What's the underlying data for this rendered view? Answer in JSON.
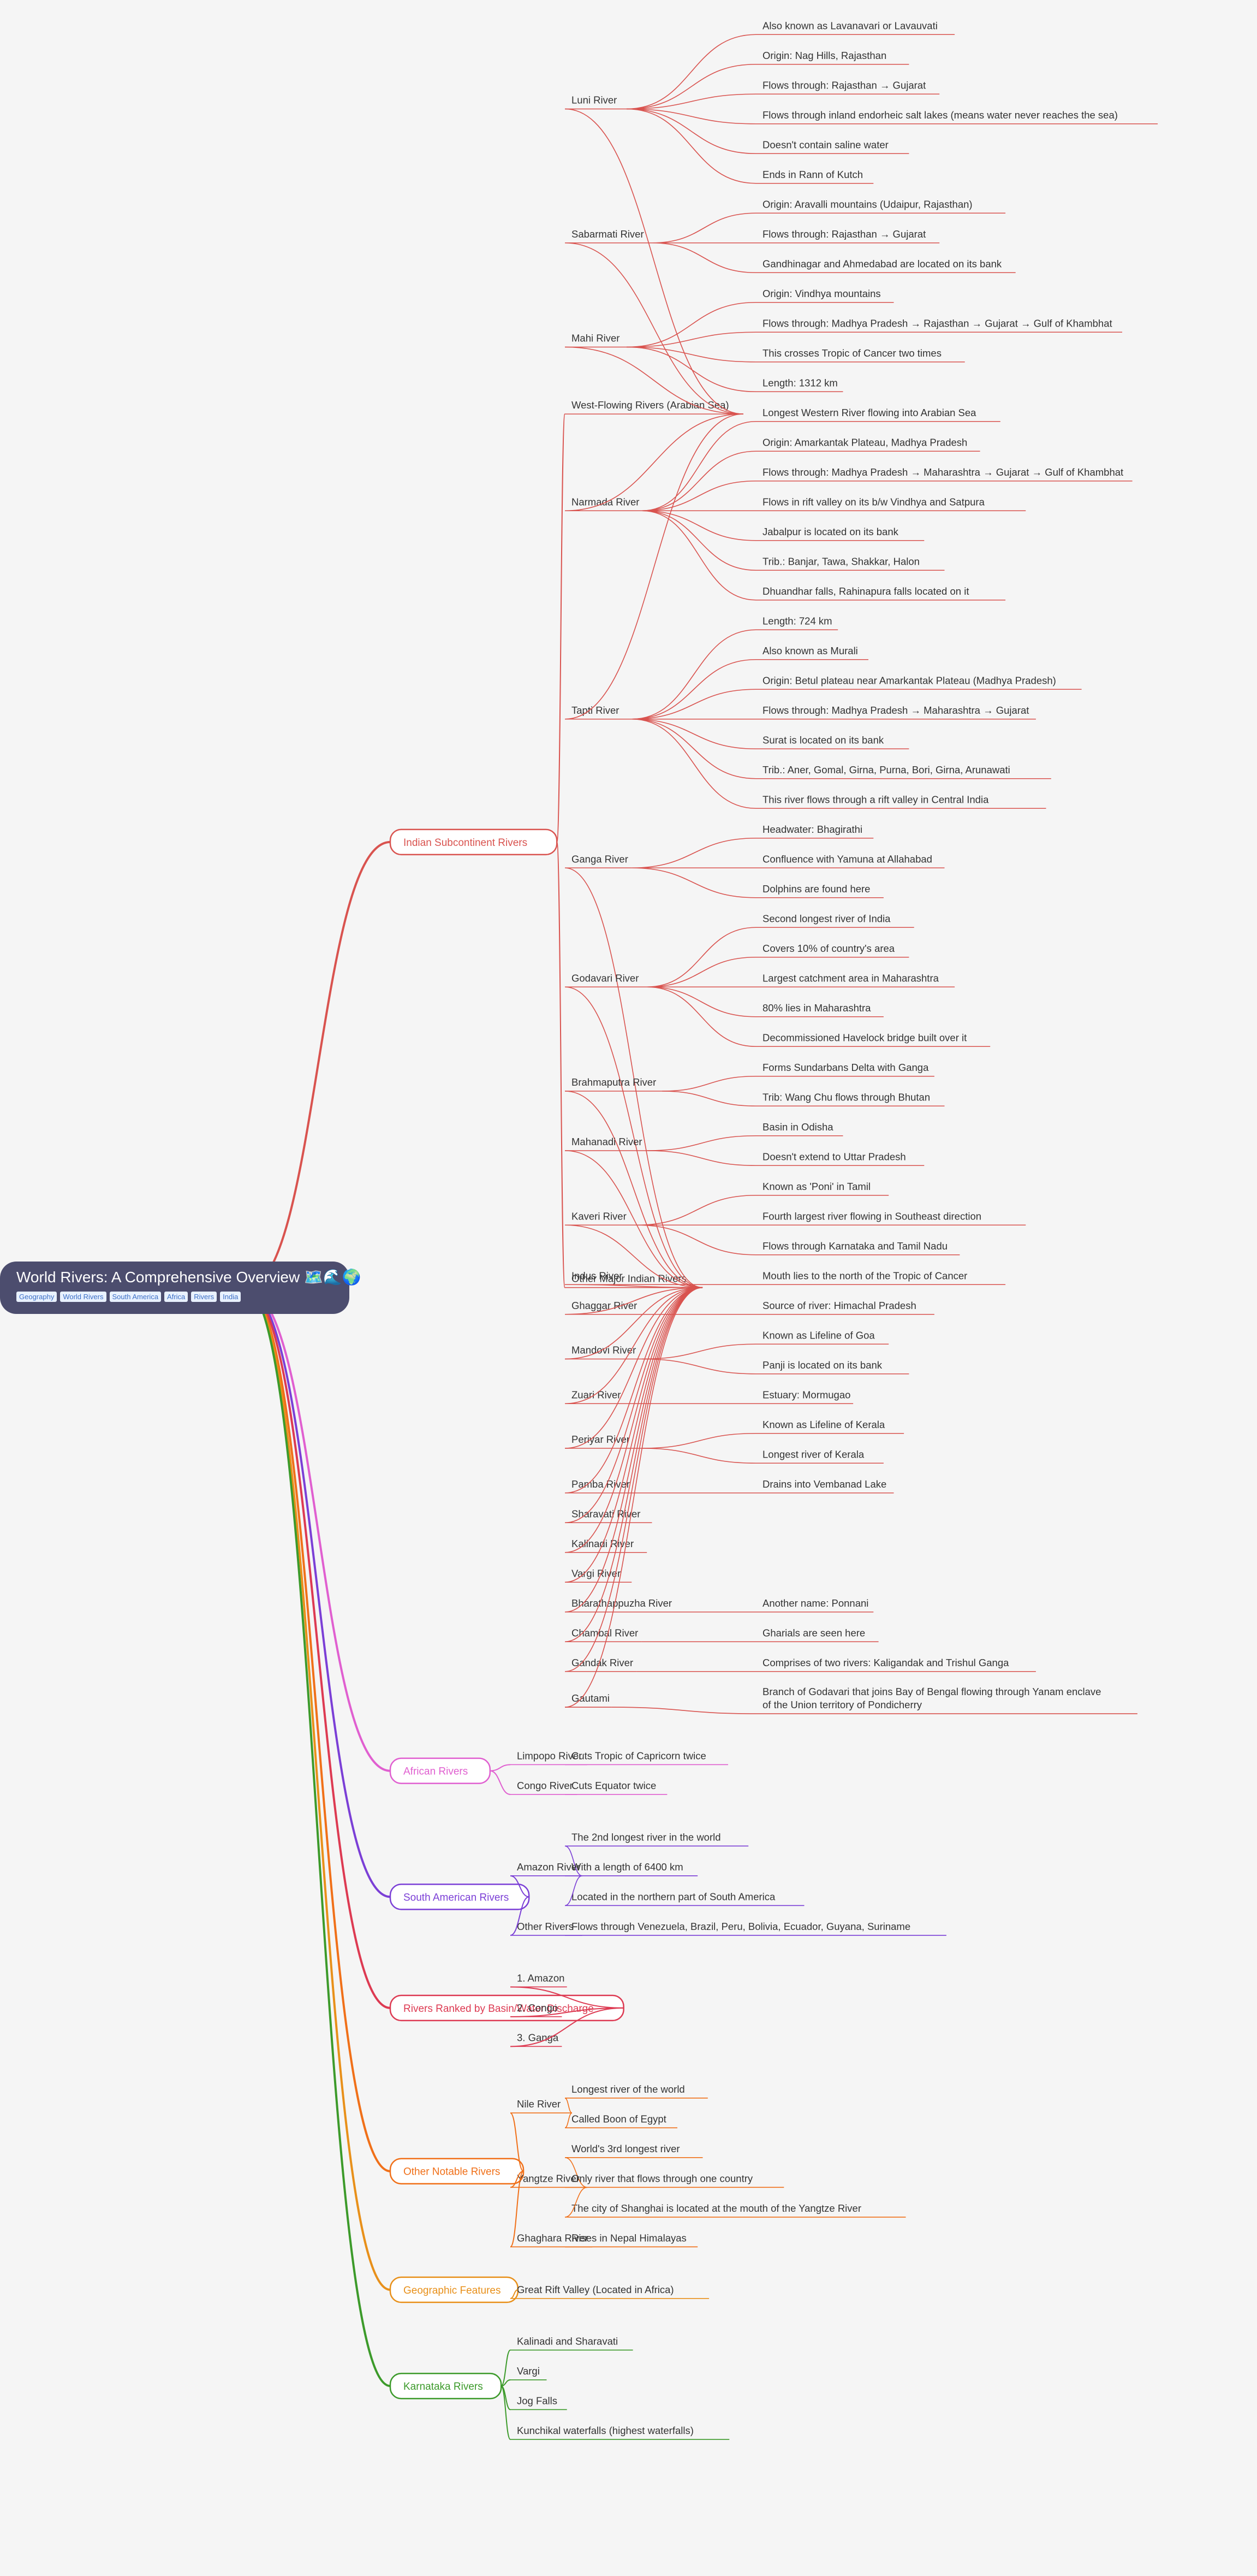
{
  "title": "World Rivers: A Comprehensive Overview 🗺️🌊🌍",
  "tags": [
    "Geography",
    "World Rivers",
    "South America",
    "Africa",
    "Rivers",
    "India"
  ],
  "branches": [
    {
      "label": "Indian Subcontinent Rivers",
      "color": "#d9534f",
      "children": [
        {
          "label": "West-Flowing Rivers (Arabian Sea)",
          "children": [
            {
              "label": "Luni River",
              "children": [
                {
                  "label": "Also known as Lavanavari or Lavauvati"
                },
                {
                  "label": "Origin: Nag Hills, Rajasthan"
                },
                {
                  "label": "Flows through: Rajasthan → Gujarat"
                },
                {
                  "label": "Flows through inland endorheic salt lakes (means water never reaches the sea)"
                },
                {
                  "label": "Doesn't contain saline water"
                },
                {
                  "label": "Ends in Rann of Kutch"
                }
              ]
            },
            {
              "label": "Sabarmati River",
              "children": [
                {
                  "label": "Origin: Aravalli mountains (Udaipur, Rajasthan)"
                },
                {
                  "label": "Flows through: Rajasthan → Gujarat"
                },
                {
                  "label": "Gandhinagar and Ahmedabad are located on its bank"
                }
              ]
            },
            {
              "label": "Mahi River",
              "children": [
                {
                  "label": "Origin: Vindhya mountains"
                },
                {
                  "label": "Flows through: Madhya Pradesh → Rajasthan → Gujarat → Gulf of Khambhat"
                },
                {
                  "label": "This crosses Tropic of Cancer two times"
                },
                {
                  "label": "Length: 1312 km"
                }
              ]
            },
            {
              "label": "Narmada River",
              "children": [
                {
                  "label": "Longest Western River flowing into Arabian Sea"
                },
                {
                  "label": "Origin: Amarkantak Plateau, Madhya Pradesh"
                },
                {
                  "label": "Flows through: Madhya Pradesh → Maharashtra → Gujarat → Gulf of Khambhat"
                },
                {
                  "label": "Flows in rift valley on its b/w Vindhya and Satpura"
                },
                {
                  "label": "Jabalpur is located on its bank"
                },
                {
                  "label": "Trib.: Banjar, Tawa, Shakkar, Halon"
                },
                {
                  "label": "Dhuandhar falls, Rahinapura falls located on it"
                }
              ]
            },
            {
              "label": "Tapti River",
              "children": [
                {
                  "label": "Length: 724 km"
                },
                {
                  "label": "Also known as Murali"
                },
                {
                  "label": "Origin: Betul plateau near Amarkantak Plateau (Madhya Pradesh)"
                },
                {
                  "label": "Flows through: Madhya Pradesh → Maharashtra → Gujarat"
                },
                {
                  "label": "Surat is located on its bank"
                },
                {
                  "label": "Trib.: Aner, Gomal, Girna, Purna, Bori, Girna, Arunawati"
                },
                {
                  "label": "This river flows through a rift valley in Central India"
                }
              ]
            }
          ]
        },
        {
          "label": "Other Major Indian Rivers",
          "children": [
            {
              "label": "Ganga River",
              "children": [
                {
                  "label": "Headwater: Bhagirathi"
                },
                {
                  "label": "Confluence with Yamuna at Allahabad"
                },
                {
                  "label": "Dolphins are found here"
                }
              ]
            },
            {
              "label": "Godavari River",
              "children": [
                {
                  "label": "Second longest river of India"
                },
                {
                  "label": "Covers 10% of country's area"
                },
                {
                  "label": "Largest catchment area in Maharashtra"
                },
                {
                  "label": "80% lies in Maharashtra"
                },
                {
                  "label": "Decommissioned Havelock bridge built over it"
                }
              ]
            },
            {
              "label": "Brahmaputra River",
              "children": [
                {
                  "label": "Forms Sundarbans Delta with Ganga"
                },
                {
                  "label": "Trib: Wang Chu flows through Bhutan"
                }
              ]
            },
            {
              "label": "Mahanadi River",
              "children": [
                {
                  "label": "Basin in Odisha"
                },
                {
                  "label": "Doesn't extend to Uttar Pradesh"
                }
              ]
            },
            {
              "label": "Kaveri River",
              "children": [
                {
                  "label": "Known as 'Poni' in Tamil"
                },
                {
                  "label": "Fourth largest river flowing in Southeast direction"
                },
                {
                  "label": "Flows through Karnataka and Tamil Nadu"
                }
              ]
            },
            {
              "label": "Indus River",
              "children": [
                {
                  "label": "Mouth lies to the north of the Tropic of Cancer"
                }
              ]
            },
            {
              "label": "Ghaggar River",
              "children": [
                {
                  "label": "Source of river: Himachal Pradesh"
                }
              ]
            },
            {
              "label": "Mandovi River",
              "children": [
                {
                  "label": "Known as Lifeline of Goa"
                },
                {
                  "label": "Panji is located on its bank"
                }
              ]
            },
            {
              "label": "Zuari River",
              "children": [
                {
                  "label": "Estuary: Mormugao"
                }
              ]
            },
            {
              "label": "Periyar River",
              "children": [
                {
                  "label": "Known as Lifeline of Kerala"
                },
                {
                  "label": "Longest river of Kerala"
                }
              ]
            },
            {
              "label": "Pamba River",
              "children": [
                {
                  "label": "Drains into Vembanad Lake"
                }
              ]
            },
            {
              "label": "Sharavati River"
            },
            {
              "label": "Kalinadi River"
            },
            {
              "label": "Vargi River"
            },
            {
              "label": "Bharathappuzha River",
              "children": [
                {
                  "label": "Another name: Ponnani"
                }
              ]
            },
            {
              "label": "Chambal River",
              "children": [
                {
                  "label": "Gharials are seen here"
                }
              ]
            },
            {
              "label": "Gandak River",
              "children": [
                {
                  "label": "Comprises of two rivers: Kaligandak and Trishul Ganga"
                }
              ]
            },
            {
              "label": "Gautami",
              "children": [
                {
                  "label": "Branch of Godavari that joins Bay of Bengal flowing through Yanam enclave of the Union territory of Pondicherry"
                }
              ]
            }
          ]
        }
      ]
    },
    {
      "label": "African Rivers",
      "color": "#e05fd0",
      "children": [
        {
          "label": "Limpopo River",
          "children": [
            {
              "label": "Cuts Tropic of Capricorn twice"
            }
          ]
        },
        {
          "label": "Congo River",
          "children": [
            {
              "label": "Cuts Equator twice"
            }
          ]
        }
      ]
    },
    {
      "label": "South American Rivers",
      "color": "#7b3fd6",
      "children": [
        {
          "label": "Amazon River",
          "children": [
            {
              "label": "The 2nd longest river in the world"
            },
            {
              "label": "With a length of 6400 km"
            },
            {
              "label": "Located in the northern part of South America"
            }
          ]
        },
        {
          "label": "Other Rivers",
          "children": [
            {
              "label": "Flows through Venezuela, Brazil, Peru, Bolivia, Ecuador, Guyana, Suriname"
            }
          ]
        }
      ]
    },
    {
      "label": "Rivers Ranked by Basin/Water Discharge",
      "color": "#dd3a52",
      "children": [
        {
          "label": "1. Amazon"
        },
        {
          "label": "2. Congo"
        },
        {
          "label": "3. Ganga"
        }
      ]
    },
    {
      "label": "Other Notable Rivers",
      "color": "#f07019",
      "children": [
        {
          "label": "Nile River",
          "children": [
            {
              "label": "Longest river of the world"
            },
            {
              "label": "Called Boon of Egypt"
            }
          ]
        },
        {
          "label": "Yangtze River",
          "children": [
            {
              "label": "World's 3rd longest river"
            },
            {
              "label": "Only river that flows through one country"
            },
            {
              "label": "The city of Shanghai is located at the mouth of the Yangtze River"
            }
          ]
        },
        {
          "label": "Ghaghara River",
          "children": [
            {
              "label": "Rises in Nepal Himalayas"
            }
          ]
        }
      ]
    },
    {
      "label": "Geographic Features",
      "color": "#e8901a",
      "children": [
        {
          "label": "Great Rift Valley (Located in Africa)"
        }
      ]
    },
    {
      "label": "Karnataka Rivers",
      "color": "#3c9a2a",
      "children": [
        {
          "label": "Kalinadi and Sharavati"
        },
        {
          "label": "Vargi"
        },
        {
          "label": "Jog Falls"
        },
        {
          "label": "Kunchikal waterfalls (highest waterfalls)"
        }
      ]
    }
  ]
}
